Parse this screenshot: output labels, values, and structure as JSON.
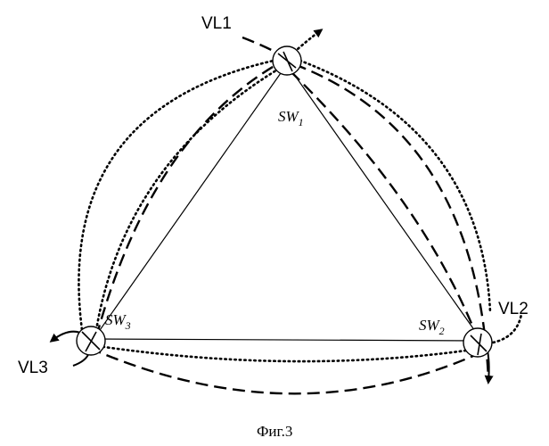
{
  "figure": {
    "caption": "Фиг.3"
  },
  "switches": [
    {
      "id": "sw1",
      "label": "SW",
      "sub": "1"
    },
    {
      "id": "sw2",
      "label": "SW",
      "sub": "2"
    },
    {
      "id": "sw3",
      "label": "SW",
      "sub": "3"
    }
  ],
  "virtual_links": [
    {
      "id": "vl1",
      "label": "VL1",
      "line_style": "dashed/dotted"
    },
    {
      "id": "vl2",
      "label": "VL2",
      "line_style": "dashed/dotted"
    },
    {
      "id": "vl3",
      "label": "VL3",
      "line_style": "dashed/dotted"
    }
  ]
}
